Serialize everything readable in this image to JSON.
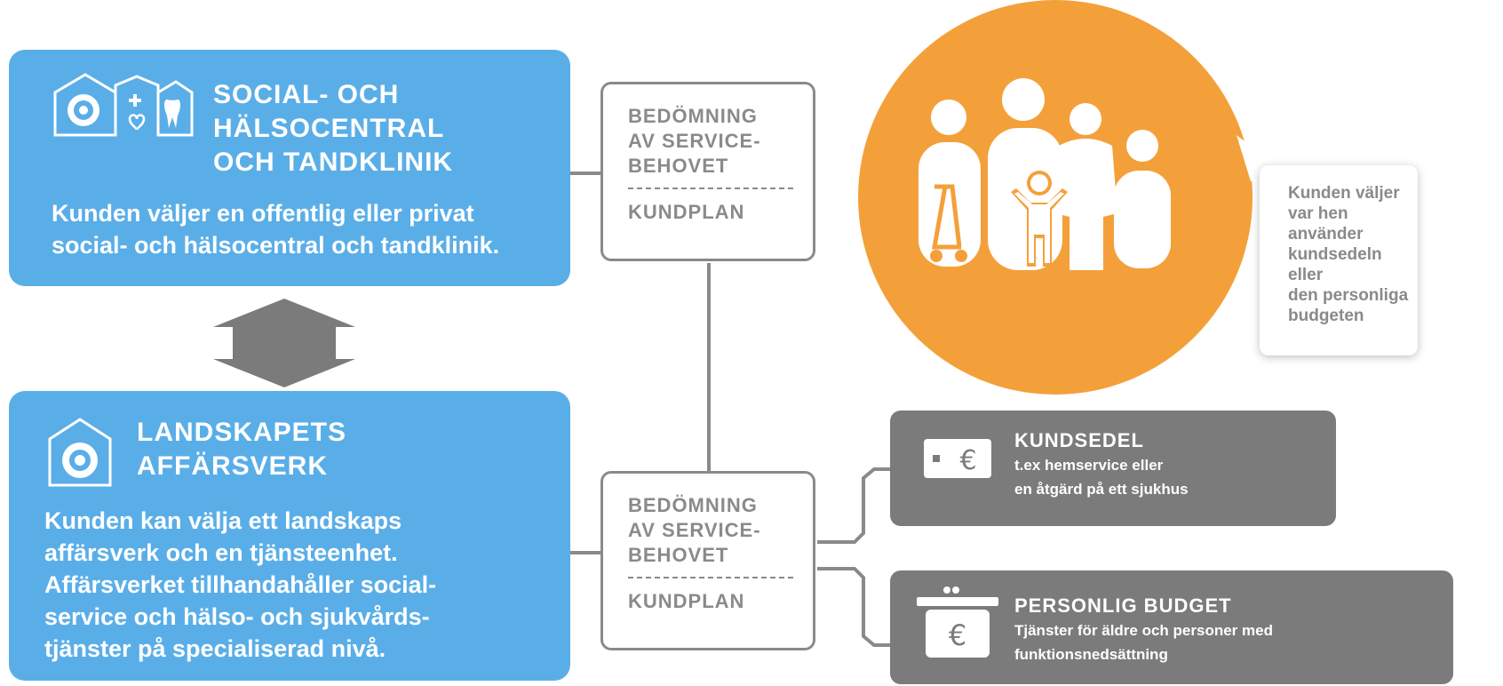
{
  "top_box": {
    "title_lines": [
      "SOCIAL- OCH",
      "HÄLSOCENTRAL",
      "OCH TANDKLINIK"
    ],
    "description_lines": [
      "Kunden väljer en offentlig eller privat",
      "social- och hälsocentral och tandklinik."
    ]
  },
  "bottom_box": {
    "title_lines": [
      "LANDSKAPETS",
      "AFFÄRSVERK"
    ],
    "description_lines": [
      "Kunden kan välja ett landskaps",
      "affärsverk och en tjänsteenhet.",
      "Affärsverket tillhandahåller social-",
      "service och hälso- och sjukvårds-",
      "tjänster på specialiserad nivå."
    ]
  },
  "assessment_top": {
    "lines": [
      "BEDÖMNING",
      "AV SERVICE-",
      "BEHOVET"
    ],
    "plan": "KUNDPLAN"
  },
  "assessment_bottom": {
    "lines": [
      "BEDÖMNING",
      "AV SERVICE-",
      "BEHOVET"
    ],
    "plan": "KUNDPLAN"
  },
  "bubble": {
    "lines": [
      "Kunden väljer",
      "var hen",
      "använder",
      "kundsedeln",
      "eller",
      "den personliga",
      "budgeten"
    ]
  },
  "voucher": {
    "title": "KUNDSEDEL",
    "description_lines": [
      "t.ex hemservice eller",
      "en åtgärd på ett sjukhus"
    ]
  },
  "personal_budget": {
    "title": "PERSONLIG BUDGET",
    "description_lines": [
      "Tjänster för äldre och personer med",
      "funktionsnedsättning"
    ]
  },
  "icons": {
    "top_box": "health-center-dental-building-icon",
    "bottom_box": "business-unit-building-icon",
    "voucher": "euro-voucher-icon",
    "budget": "euro-wallet-icon",
    "people": "family-with-walker-icon"
  },
  "colors": {
    "blue": "#5aaee8",
    "orange": "#f4a03a",
    "gray": "#7b7b7b",
    "line_gray": "#8a8a8a"
  }
}
